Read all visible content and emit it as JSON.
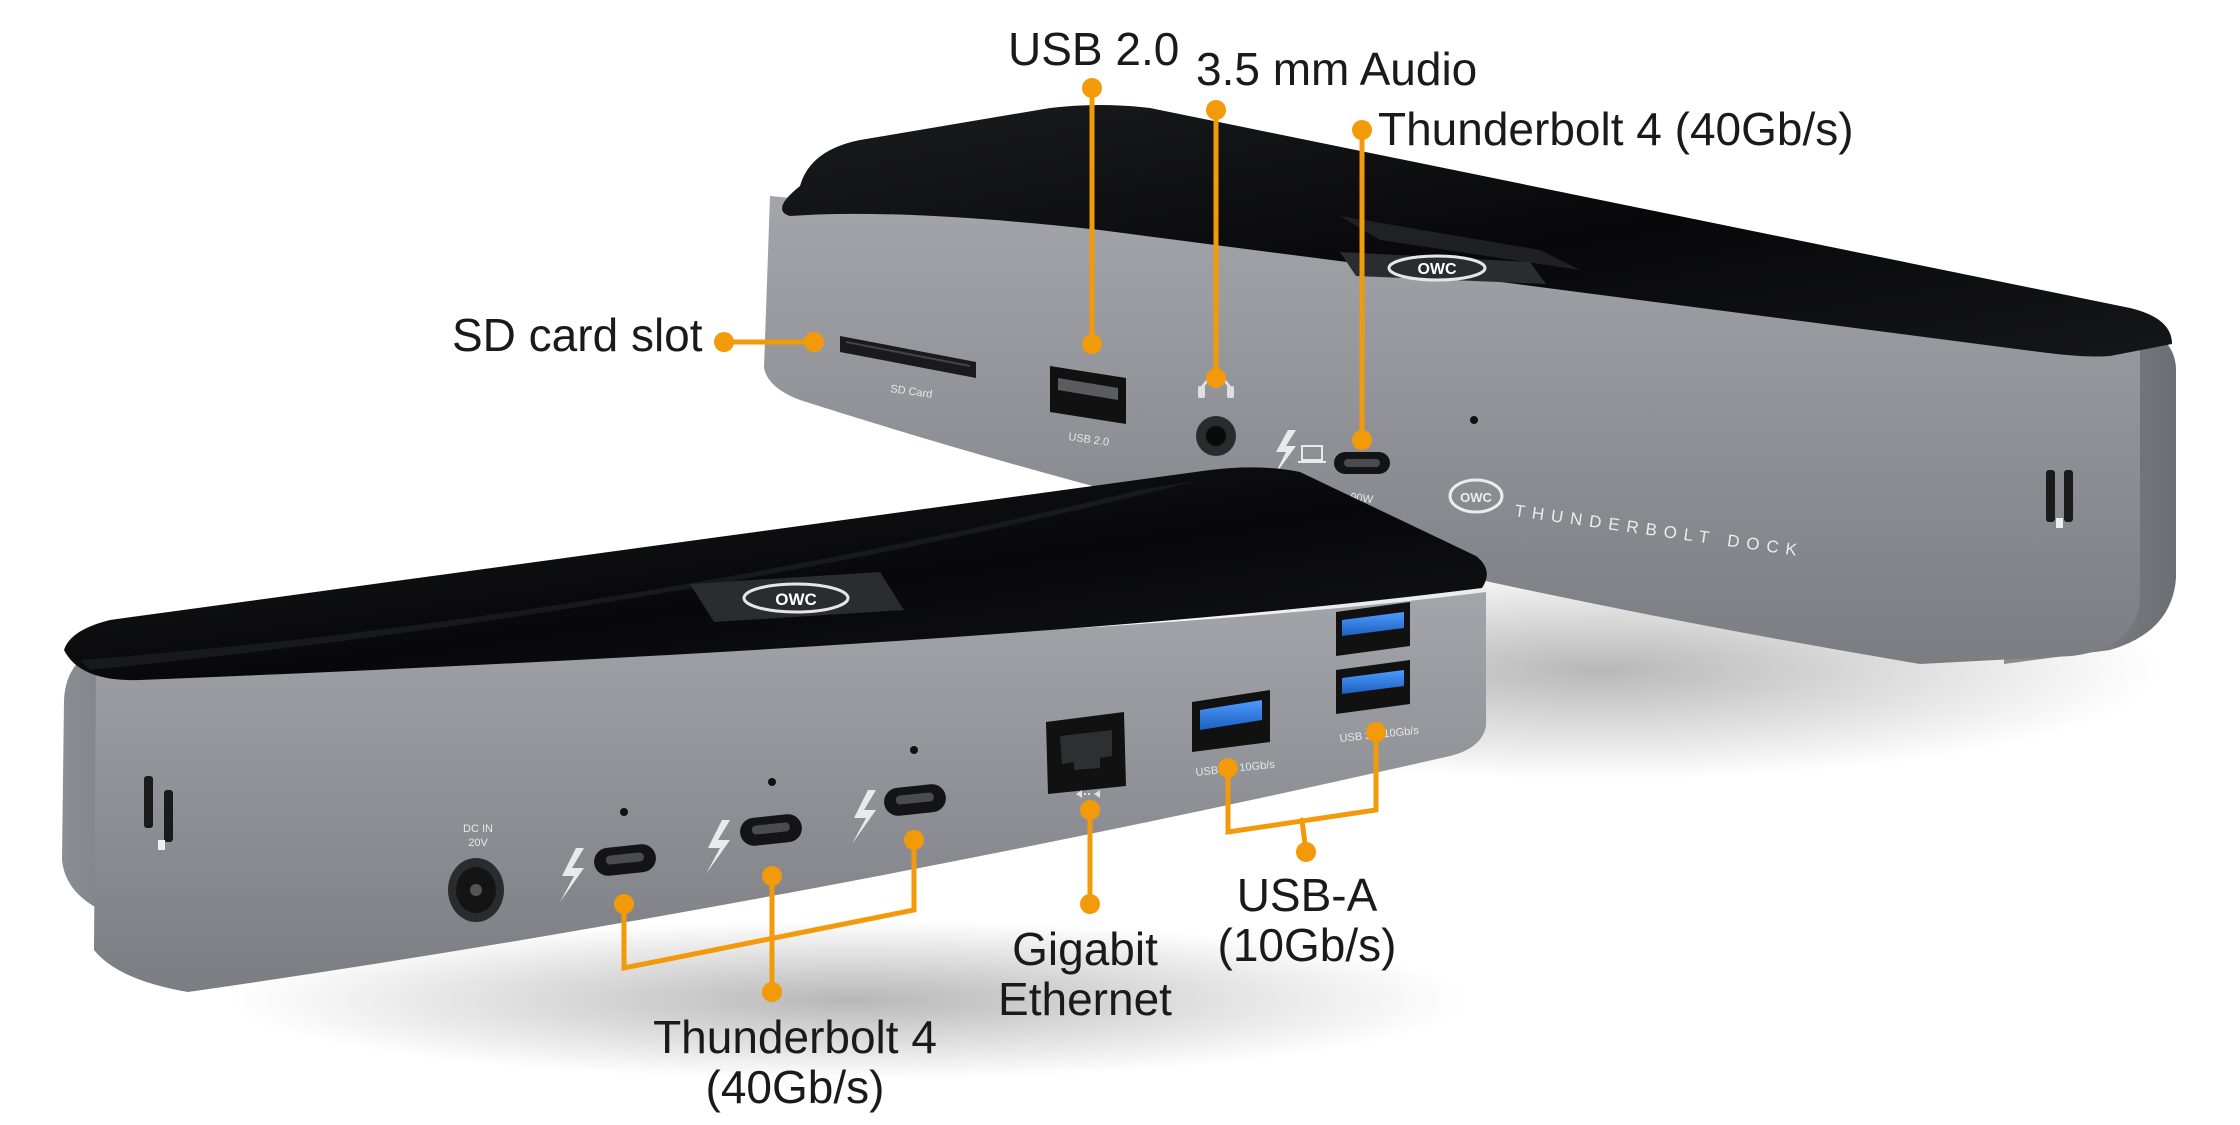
{
  "callouts": {
    "usb_2_0": "USB 2.0",
    "audio": "3.5 mm Audio",
    "thunderbolt_top": "Thunderbolt 4 (40Gb/s)",
    "sd_card": "SD card slot",
    "ethernet": [
      "Gigabit",
      "Ethernet"
    ],
    "usb_a": [
      "USB-A",
      "(10Gb/s)"
    ],
    "thunderbolt_bottom": [
      "Thunderbolt 4",
      "(40Gb/s)"
    ]
  },
  "device_print": {
    "sd_card": "SD Card",
    "usb_2_0": "USB 2.0",
    "power_90w": "90W",
    "brand_line": "THUNDERBOLT DOCK",
    "logo": "OWC",
    "dc_in": [
      "DC IN",
      "20V"
    ],
    "usb_a_left": "USB 3.2 10Gb/s",
    "usb_a_right": "USB 3.2 10Gb/s"
  },
  "colors": {
    "accent": "#F39A0B",
    "top_panel": "#0d0d0f",
    "aluminum": "#8f9196",
    "port_blue": "#2f7fe0"
  },
  "icons": [
    "thunderbolt-icon",
    "laptop-icon",
    "headphone-icon",
    "ethernet-icon",
    "owc-logo-icon"
  ]
}
